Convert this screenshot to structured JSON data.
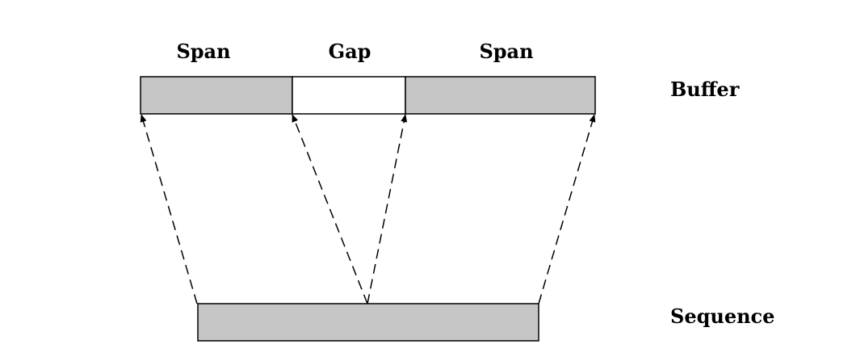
{
  "labels": {
    "span_left": "Span",
    "gap": "Gap",
    "span_right": "Span",
    "buffer": "Buffer",
    "sequence": "Sequence"
  },
  "colors": {
    "span_fill": "#c6c6c6",
    "gap_fill": "#ffffff",
    "stroke": "#000000"
  }
}
